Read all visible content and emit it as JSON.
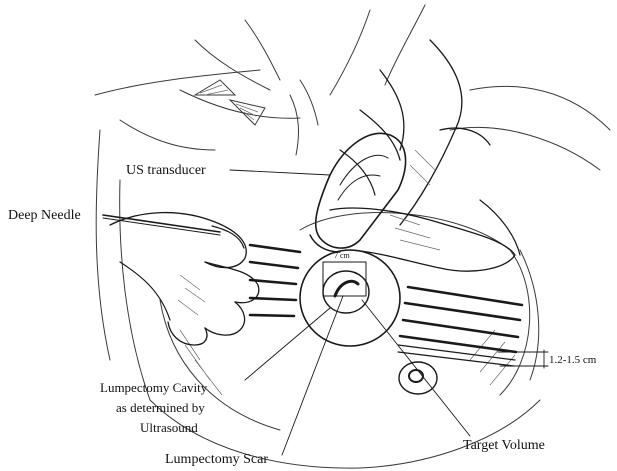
{
  "labels": {
    "us_transducer": "US transducer",
    "deep_needle": "Deep Needle",
    "dimension_7cm": "7 cm",
    "margin_range": "1.2-1.5 cm",
    "cavity_line1": "Lumpectomy Cavity",
    "cavity_line2": "as determined by",
    "cavity_line3": "Ultrasound",
    "scar": "Lumpectomy Scar",
    "target_volume": "Target Volume"
  },
  "colors": {
    "ink": "#1a1a1a",
    "background": "#ffffff"
  }
}
